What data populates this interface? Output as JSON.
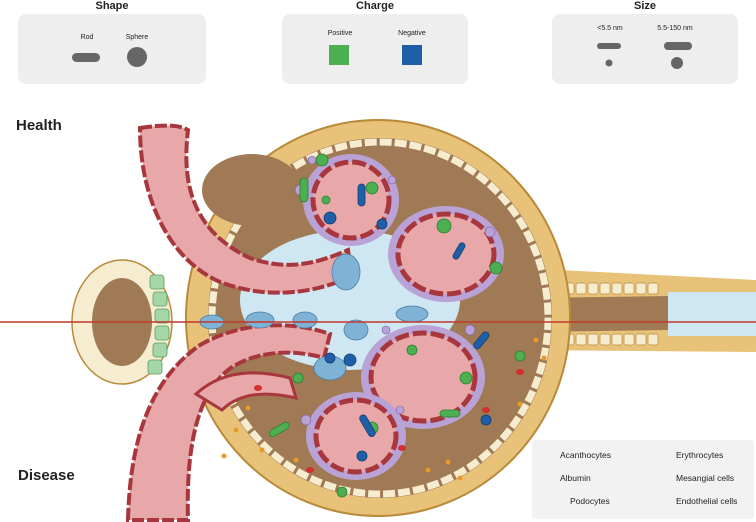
{
  "panels": {
    "shape": {
      "title": "Shape",
      "rod_label": "Rod",
      "sphere_label": "Sphere"
    },
    "charge": {
      "title": "Charge",
      "positive_label": "Positive",
      "negative_label": "Negative",
      "positive_color": "#4caf50",
      "negative_color": "#1f5fa8"
    },
    "size": {
      "title": "Size",
      "small_label": "<5.5 nm",
      "large_label": "5.5-150 nm"
    }
  },
  "sections": {
    "health": "Health",
    "disease": "Disease"
  },
  "legend": {
    "acanthocytes": "Acanthocytes",
    "erythrocytes": "Erythrocytes",
    "albumin": "Albumin",
    "mesangial": "Mesangial cells",
    "podocytes": "Podocytes",
    "endothelial": "Endothelial cells"
  },
  "colors": {
    "capsule": "#e9c27a",
    "capsule_outline": "#b88a3a",
    "bowman_space": "#a07a55",
    "capillary": "#e8a7a8",
    "endothelium": "#a8373d",
    "podocyte": "#b9a3d6",
    "mesangium": "#cfe6f3",
    "mesangial_cell": "#7fb3d5",
    "tubule_cell": "#f6ecd0",
    "divider": "#c0392b"
  }
}
